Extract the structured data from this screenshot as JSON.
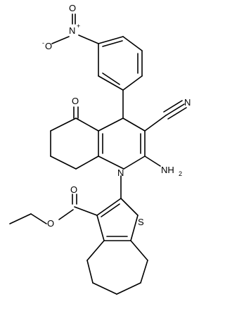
{
  "molecule": {
    "atom_labels": {
      "nitro_N": "N",
      "nitro_N_charge": "+",
      "nitro_O_top": "O",
      "nitro_O_left": "O",
      "nitro_O_charge": "-",
      "ketone_O": "O",
      "cyano_N": "N",
      "ring_N": "N",
      "amine": "NH",
      "amine_sub": "2",
      "thiophene_S": "S",
      "ester_O_carbonyl": "O",
      "ester_O_link": "O"
    },
    "colors": {
      "bond": "#000000",
      "label": "#000000",
      "background": "#ffffff"
    }
  }
}
